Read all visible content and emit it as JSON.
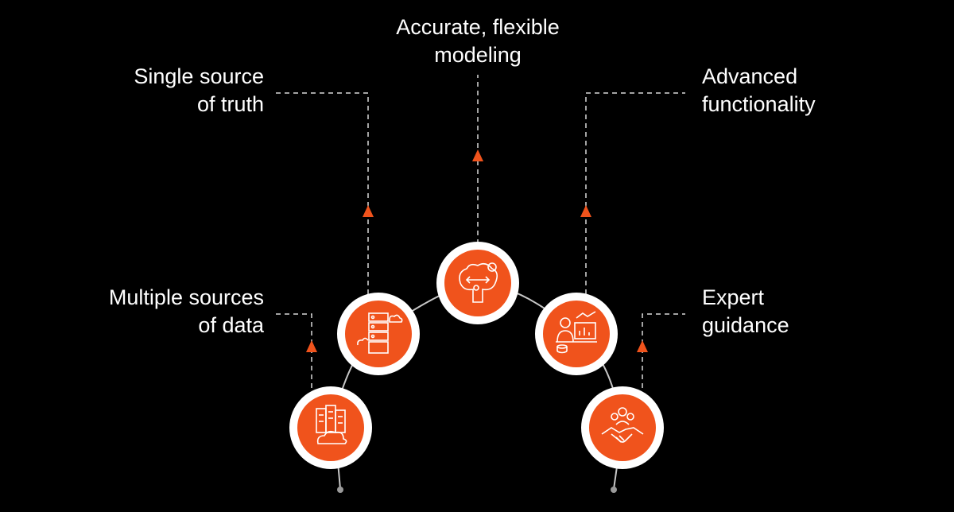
{
  "colors": {
    "background": "#000000",
    "accent": "#f0531c",
    "ring": "#ffffff",
    "arc": "#c7c7c7",
    "dashed": "#d9d9d9",
    "text": "#ffffff"
  },
  "nodes": [
    {
      "id": "multiple-sources",
      "lines": [
        "Multiple sources",
        "of data"
      ],
      "icon": "servers-cloud-icon"
    },
    {
      "id": "single-source",
      "lines": [
        "Single source",
        "of truth"
      ],
      "icon": "server-rack-cloud-icon"
    },
    {
      "id": "modeling",
      "lines": [
        "Accurate, flexible",
        "modeling"
      ],
      "icon": "brain-gears-icon"
    },
    {
      "id": "functionality",
      "lines": [
        "Advanced",
        "functionality"
      ],
      "icon": "analyst-dashboard-icon"
    },
    {
      "id": "guidance",
      "lines": [
        "Expert",
        "guidance"
      ],
      "icon": "handshake-team-icon"
    }
  ]
}
